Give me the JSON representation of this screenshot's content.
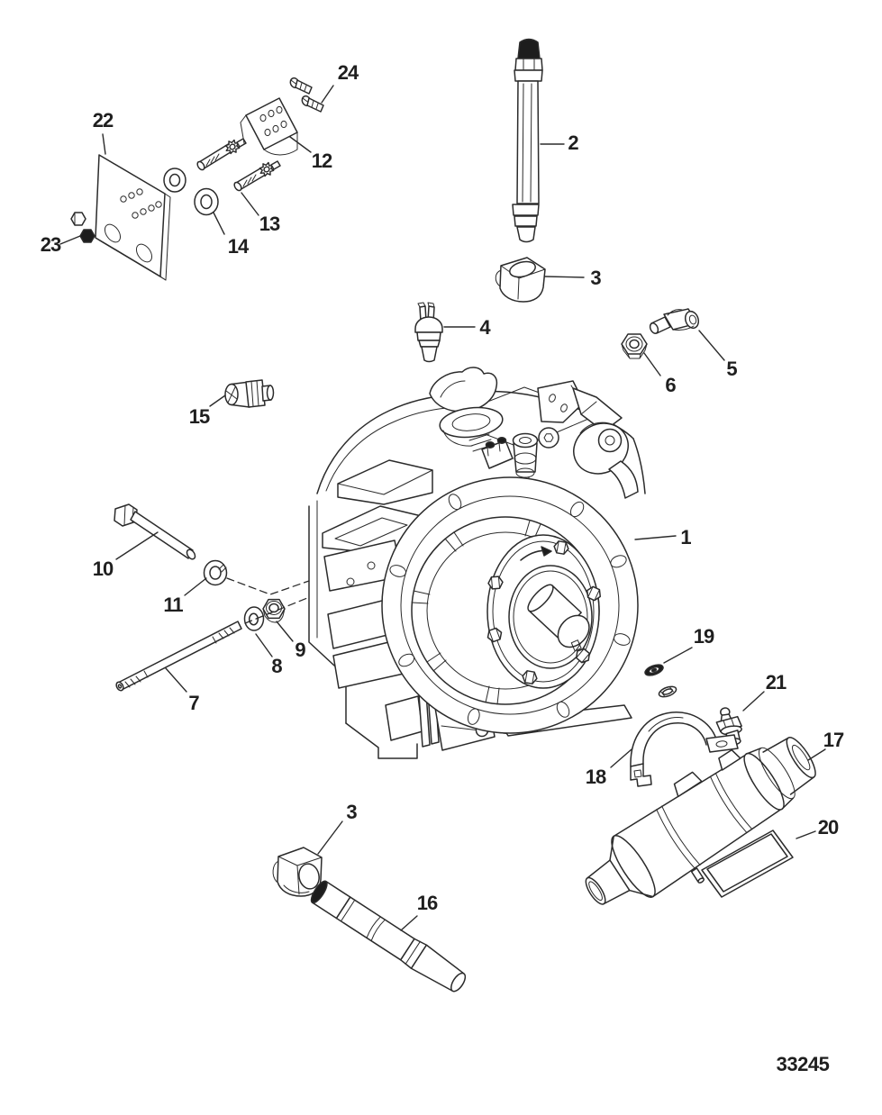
{
  "diagram": {
    "type": "exploded parts diagram",
    "drawing_number": "33245",
    "ink_color": "#2b2b2b",
    "background_color": "#ffffff",
    "callouts": [
      {
        "id": "c22",
        "label": "22"
      },
      {
        "id": "c23",
        "label": "23"
      },
      {
        "id": "c14",
        "label": "14"
      },
      {
        "id": "c13",
        "label": "13"
      },
      {
        "id": "c12",
        "label": "12"
      },
      {
        "id": "c24",
        "label": "24"
      },
      {
        "id": "c2",
        "label": "2"
      },
      {
        "id": "c3-upper",
        "label": "3"
      },
      {
        "id": "c4",
        "label": "4"
      },
      {
        "id": "c5",
        "label": "5"
      },
      {
        "id": "c6",
        "label": "6"
      },
      {
        "id": "c15",
        "label": "15"
      },
      {
        "id": "c1",
        "label": "1"
      },
      {
        "id": "c10",
        "label": "10"
      },
      {
        "id": "c11",
        "label": "11"
      },
      {
        "id": "c8",
        "label": "8"
      },
      {
        "id": "c9",
        "label": "9"
      },
      {
        "id": "c7",
        "label": "7"
      },
      {
        "id": "c19",
        "label": "19"
      },
      {
        "id": "c21",
        "label": "21"
      },
      {
        "id": "c18",
        "label": "18"
      },
      {
        "id": "c17",
        "label": "17"
      },
      {
        "id": "c20",
        "label": "20"
      },
      {
        "id": "c3-lower",
        "label": "3"
      },
      {
        "id": "c16",
        "label": "16"
      }
    ]
  }
}
